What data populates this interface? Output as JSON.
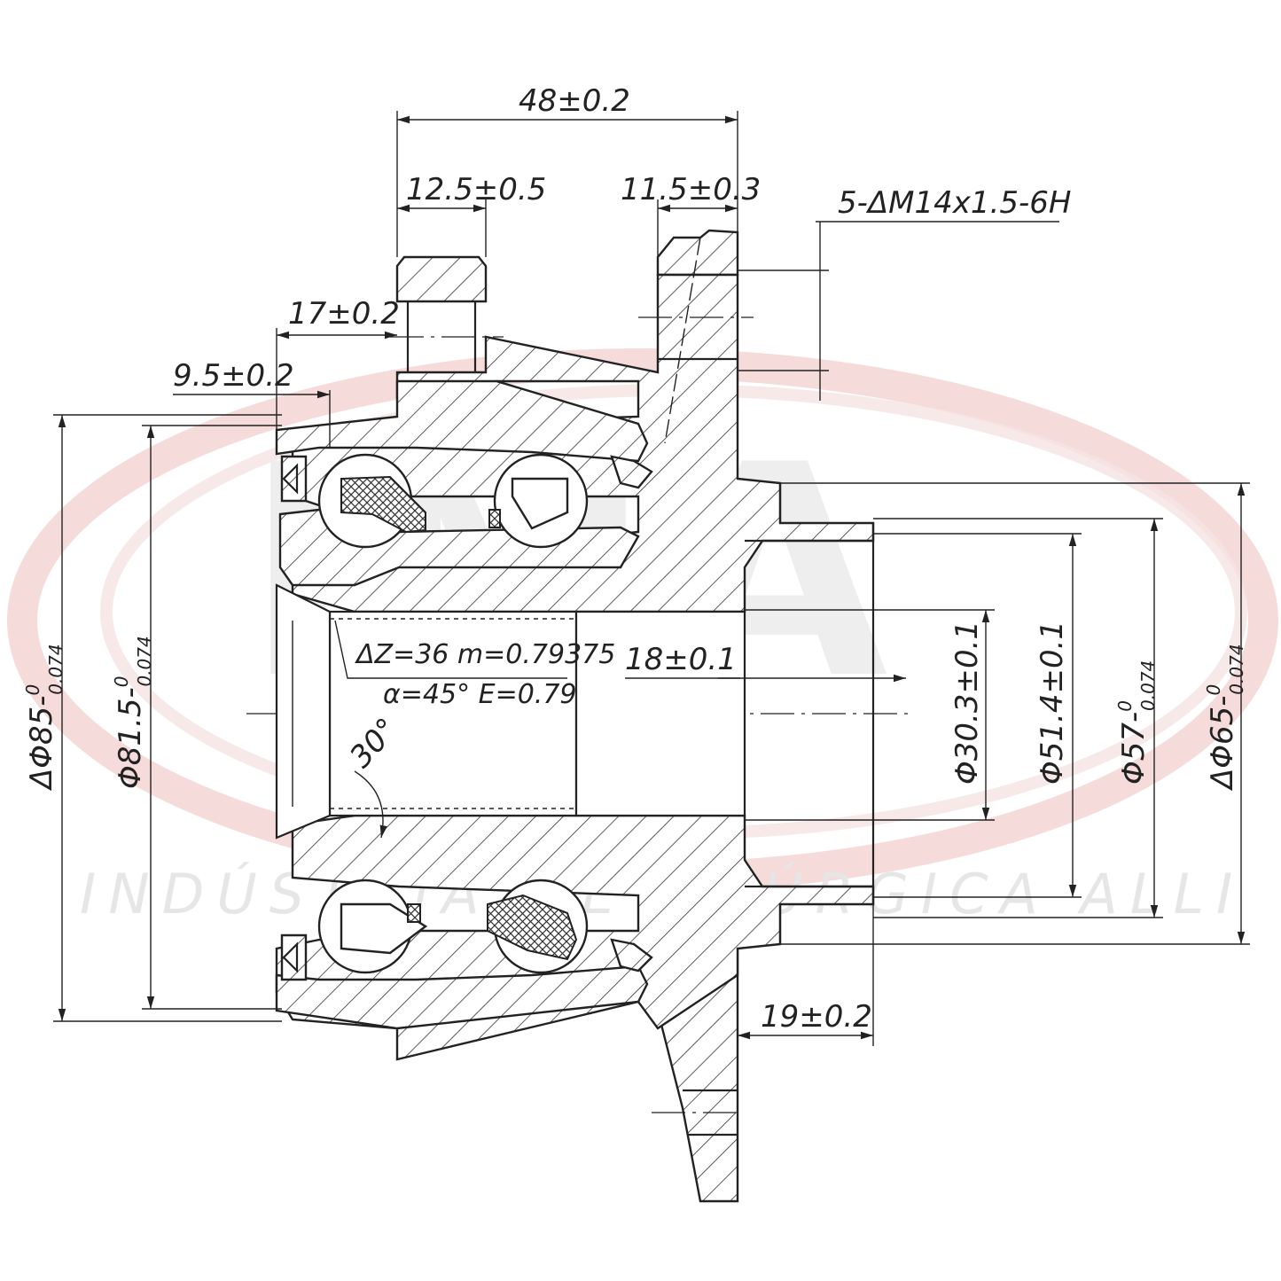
{
  "watermark": {
    "logo": "IMA",
    "tagline": "INDÚSTRIA METALÚRGICA ALLI",
    "swoosh_color": "#f2c8c8"
  },
  "dimensions": {
    "overall_width": "48±0.2",
    "flange_left_width": "12.5±0.5",
    "flange_right_width": "11.5±0.3",
    "thread_callout": "5-ΔM14x1.5-6H",
    "dim_17": "17±0.2",
    "dim_9_5": "9.5±0.2",
    "gear_line1": "ΔZ=36  m=0.79375",
    "gear_line2": "α=45°  E=0.79",
    "dim_18": "18±0.1",
    "angle_30": "30°",
    "dim_19": "19±0.2"
  },
  "diameters": {
    "d85": {
      "base": "ΔΦ85-",
      "upper": "0",
      "lower": "0.074"
    },
    "d81_5": {
      "base": "Φ81.5-",
      "upper": "0",
      "lower": "0.074"
    },
    "d30_3": {
      "base": "Φ30.3±0.1"
    },
    "d51_4": {
      "base": "Φ51.4±0.1"
    },
    "d57": {
      "base": "Φ57-",
      "upper": "0",
      "lower": "0.074"
    },
    "d65": {
      "base": "ΔΦ65-",
      "upper": "0",
      "lower": "0.074"
    }
  },
  "colors": {
    "line": "#222222",
    "background": "#ffffff"
  }
}
